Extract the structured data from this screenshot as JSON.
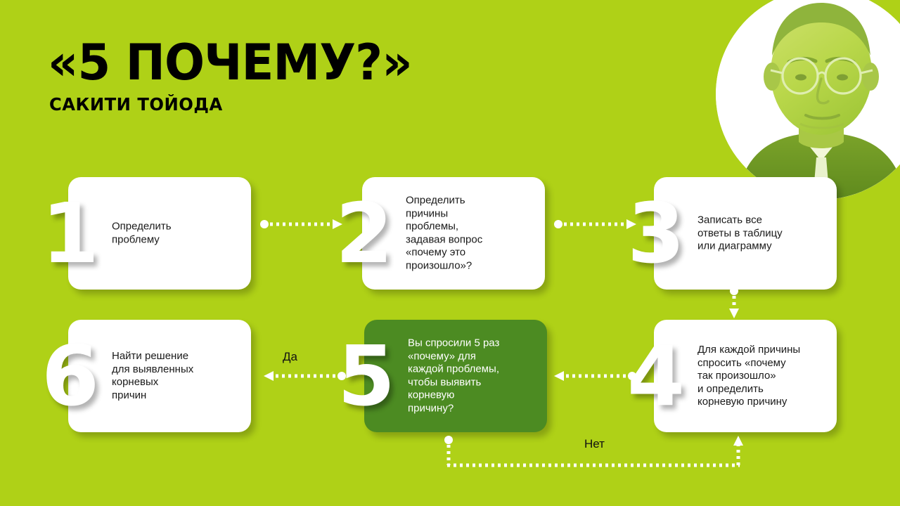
{
  "header": {
    "title": "«5 ПОЧЕМУ?»",
    "subtitle": "САКИТИ ТОЙОДА"
  },
  "colors": {
    "background": "#AFD117",
    "box_fill": "#FFFFFF",
    "highlight_box_fill": "#4C8B22",
    "text": "#1A1A1A",
    "highlight_text": "#FFFFFF",
    "connector": "#FFFFFF",
    "portrait_tint": "#AFD117"
  },
  "portrait": {
    "alt": "Сакити Тойода",
    "icon": "portrait-photo"
  },
  "steps": [
    {
      "number": "1",
      "text": "Определить\nпроблему",
      "highlighted": false
    },
    {
      "number": "2",
      "text": "Определить\nпричины\nпроблемы,\nзадавая вопрос\n«почему это\nпроизошло»?",
      "highlighted": false
    },
    {
      "number": "3",
      "text": "Записать все\nответы в таблицу\nили диаграмму",
      "highlighted": false
    },
    {
      "number": "4",
      "text": "Для каждой причины\nспросить «почему\nтак произошло»\nи определить\nкорневую причину",
      "highlighted": false
    },
    {
      "number": "5",
      "text": "Вы спросили 5 раз\n«почему» для\nкаждой проблемы,\nчтобы выявить\nкорневую\nпричину?",
      "highlighted": true
    },
    {
      "number": "6",
      "text": "Найти решение\nдля выявленных\nкорневых\nпричин",
      "highlighted": false
    }
  ],
  "connectors": {
    "yes_label": "Да",
    "no_label": "Нет"
  }
}
